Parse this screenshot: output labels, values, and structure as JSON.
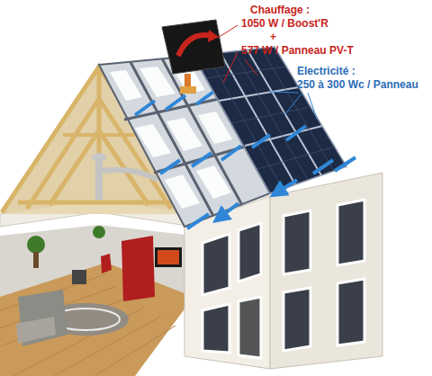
{
  "diagram": {
    "labels": [
      "Chauffage :",
      "1050 W / Boost'R",
      "+",
      "577 W / Panneau PV-T",
      "Electricité :",
      "250 à 300 Wc / Panneau"
    ]
  }
}
